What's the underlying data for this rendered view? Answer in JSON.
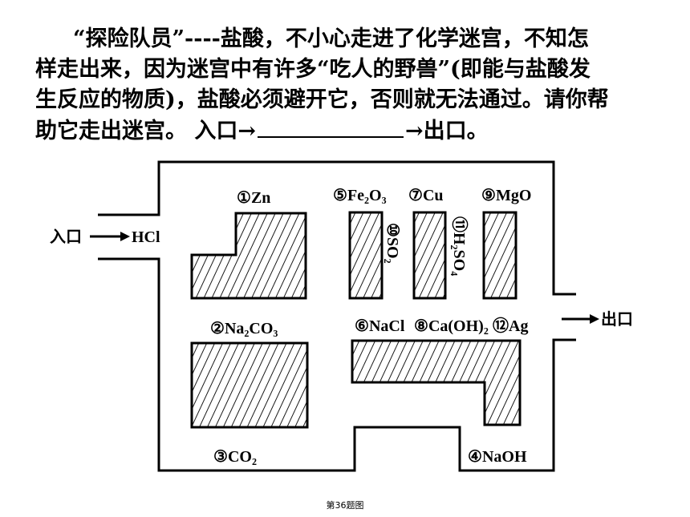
{
  "question": {
    "line1": "“探险队员”----盐酸，不小心走进了化学迷宫，不知怎",
    "line2": "样走出来，因为迷宫中有许多“吃人的野兽”(即能与盐酸发",
    "line3": "生反应的物质)，盐酸必须避开它，否则就无法通过。请你帮",
    "line4_start": "助它走出迷宫。  入口→",
    "line4_end": "→出口。"
  },
  "maze": {
    "entrance": "入口",
    "arrow": "→",
    "acid": "HCl",
    "exit": "出口",
    "items": {
      "i1_num": "①",
      "i1_name": "Zn",
      "i2_num": "②",
      "i2_name": "Na₂CO₃",
      "i3_num": "③",
      "i3_name": "CO₂",
      "i4_num": "④",
      "i4_name": "NaOH",
      "i5_num": "⑤",
      "i5_name": "Fe₂O₃",
      "i6_num": "⑥",
      "i6_name": "NaCl",
      "i7_num": "⑦",
      "i7_name": "Cu",
      "i8_num": "⑧",
      "i8_name": "Ca(OH)₂",
      "i9_num": "⑨",
      "i9_name": "MgO",
      "i10_num": "⑩",
      "i10_name": "SO₂",
      "i11_num": "⑪",
      "i11_name": "H₂SO₄",
      "i12_num": "⑫",
      "i12_name": "Ag"
    }
  },
  "caption": "第36题图"
}
